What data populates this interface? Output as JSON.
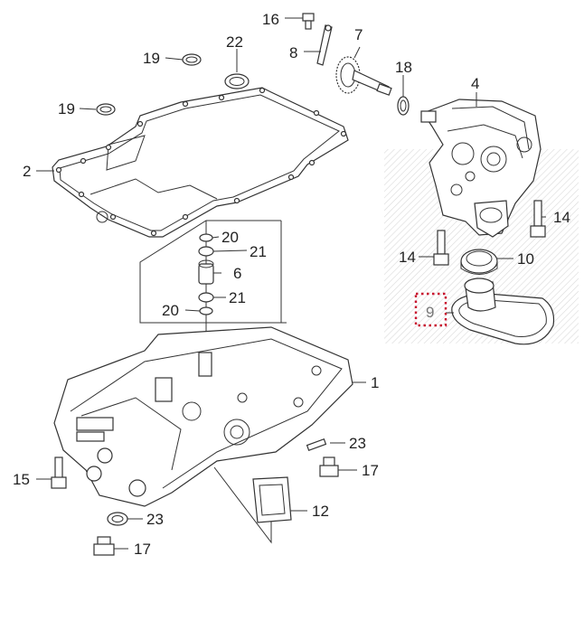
{
  "diagram": {
    "labels": {
      "p1": "1",
      "p2": "2",
      "p4": "4",
      "p6": "6",
      "p7": "7",
      "p8": "8",
      "p9": "9",
      "p10": "10",
      "p12": "12",
      "p14a": "14",
      "p14b": "14",
      "p15": "15",
      "p16": "16",
      "p17a": "17",
      "p17b": "17",
      "p18": "18",
      "p19a": "19",
      "p19b": "19",
      "p20a": "20",
      "p20b": "20",
      "p21a": "21",
      "p21b": "21",
      "p22": "22",
      "p23a": "23",
      "p23b": "23"
    },
    "highlighted_part": "9",
    "highlight_color": "#c8102e"
  }
}
